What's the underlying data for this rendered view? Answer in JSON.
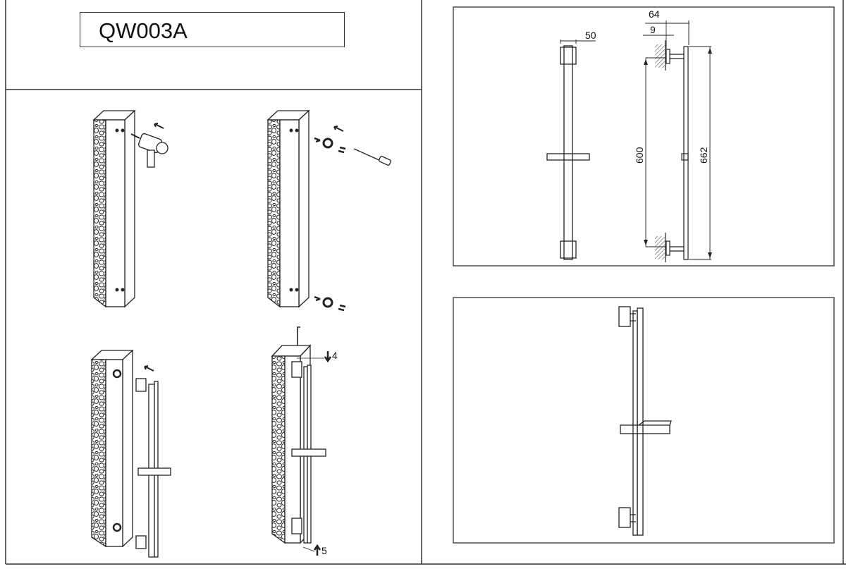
{
  "title": "QW003A",
  "dimensions": {
    "rail_width": "50",
    "wall_projection": "64",
    "bracket_depth": "9",
    "bracket_spacing": "600",
    "total_length": "662"
  },
  "steps": {
    "step4_label": "4",
    "step5_label": "5"
  },
  "colors": {
    "line": "#222222",
    "background": "#ffffff"
  }
}
